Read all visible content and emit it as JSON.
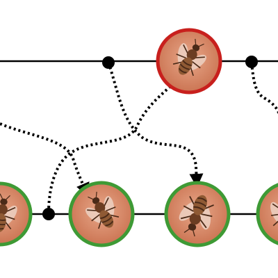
{
  "colors": {
    "background": "#ffffff",
    "line": "#000000",
    "red_ring": "#c8201d",
    "green_ring": "#3e9a35",
    "tile_fill": "#d98a6d",
    "bee_body": "#5a3420",
    "bee_abdomen": "#8a5530",
    "bee_wing": "#e9c8b8"
  },
  "tracks": [
    {
      "name": "top-track",
      "nodes": [
        {
          "kind": "junction"
        },
        {
          "kind": "bee-tile",
          "status": "red"
        },
        {
          "kind": "junction"
        }
      ]
    },
    {
      "name": "bottom-track",
      "nodes": [
        {
          "kind": "bee-tile",
          "status": "green"
        },
        {
          "kind": "junction"
        },
        {
          "kind": "bee-tile",
          "status": "green"
        },
        {
          "kind": "bee-tile",
          "status": "green"
        },
        {
          "kind": "bee-tile",
          "status": "green"
        }
      ]
    }
  ],
  "links": [
    {
      "from": "top-junction-1",
      "to": "bottom-tile-3",
      "style": "dotted-arrow"
    },
    {
      "from": "offscreen-left",
      "to": "bottom-tile-2",
      "style": "dotted-arrow"
    },
    {
      "from": "bottom-junction-1",
      "to": "top-tile-1",
      "style": "dotted-arrow"
    },
    {
      "from": "top-junction-2",
      "to": "offscreen-right",
      "style": "dotted"
    }
  ]
}
